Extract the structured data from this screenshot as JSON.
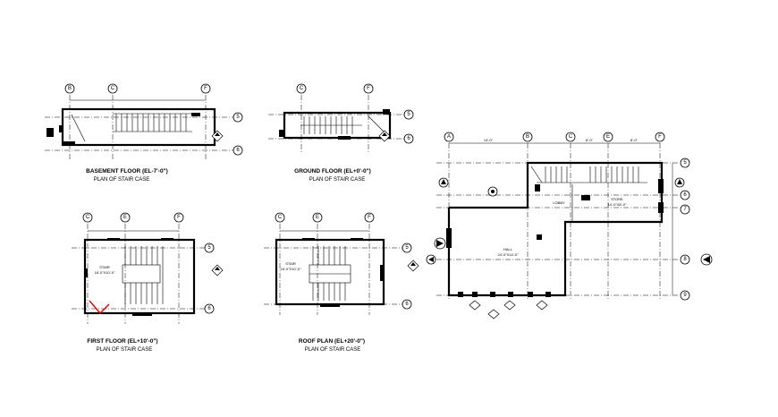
{
  "plans": {
    "basement": {
      "title": "BASEMENT FLOOR (EL-7'-0\")",
      "subtitle": "PLAN OF STAIR CASE",
      "grid_top": [
        "B",
        "C",
        "F"
      ],
      "grid_right": [
        "5",
        "6"
      ]
    },
    "ground": {
      "title": "GROUND FLOOR (EL+0'-0\")",
      "subtitle": "PLAN OF STAIR CASE",
      "grid_top": [
        "C",
        "F"
      ],
      "grid_right": [
        "5",
        "6"
      ]
    },
    "first": {
      "title": "FIRST FLOOR (EL+10'-0\")",
      "subtitle": "PLAN OF STAIR CASE",
      "grid_top": [
        "C",
        "E",
        "F"
      ],
      "grid_right": [
        "5",
        "6"
      ],
      "room_label": "STAIR",
      "room_size": "16'-0\"X10'-0\""
    },
    "roof": {
      "title": "ROOF PLAN (EL+20'-0\")",
      "subtitle": "PLAN OF STAIR CASE",
      "grid_top": [
        "C",
        "E",
        "F"
      ],
      "grid_right": [
        "5",
        "6"
      ],
      "room_label": "STAIR",
      "room_size": "16'-0\"X10'-0\""
    },
    "hall": {
      "grid_top": [
        "A",
        "B",
        "C",
        "E",
        "F"
      ],
      "grid_right": [
        "5",
        "6",
        "7",
        "8",
        "9"
      ],
      "hall_label": "HALL",
      "hall_size": "24'-0\"X14'-0\"",
      "store_label": "STORE",
      "store_size": "14'-0\"X8'-0\"",
      "lobby_label": "LOBBY",
      "dims_top": [
        "14'-0\"",
        "8'-0\"",
        "8'-0\""
      ]
    }
  }
}
